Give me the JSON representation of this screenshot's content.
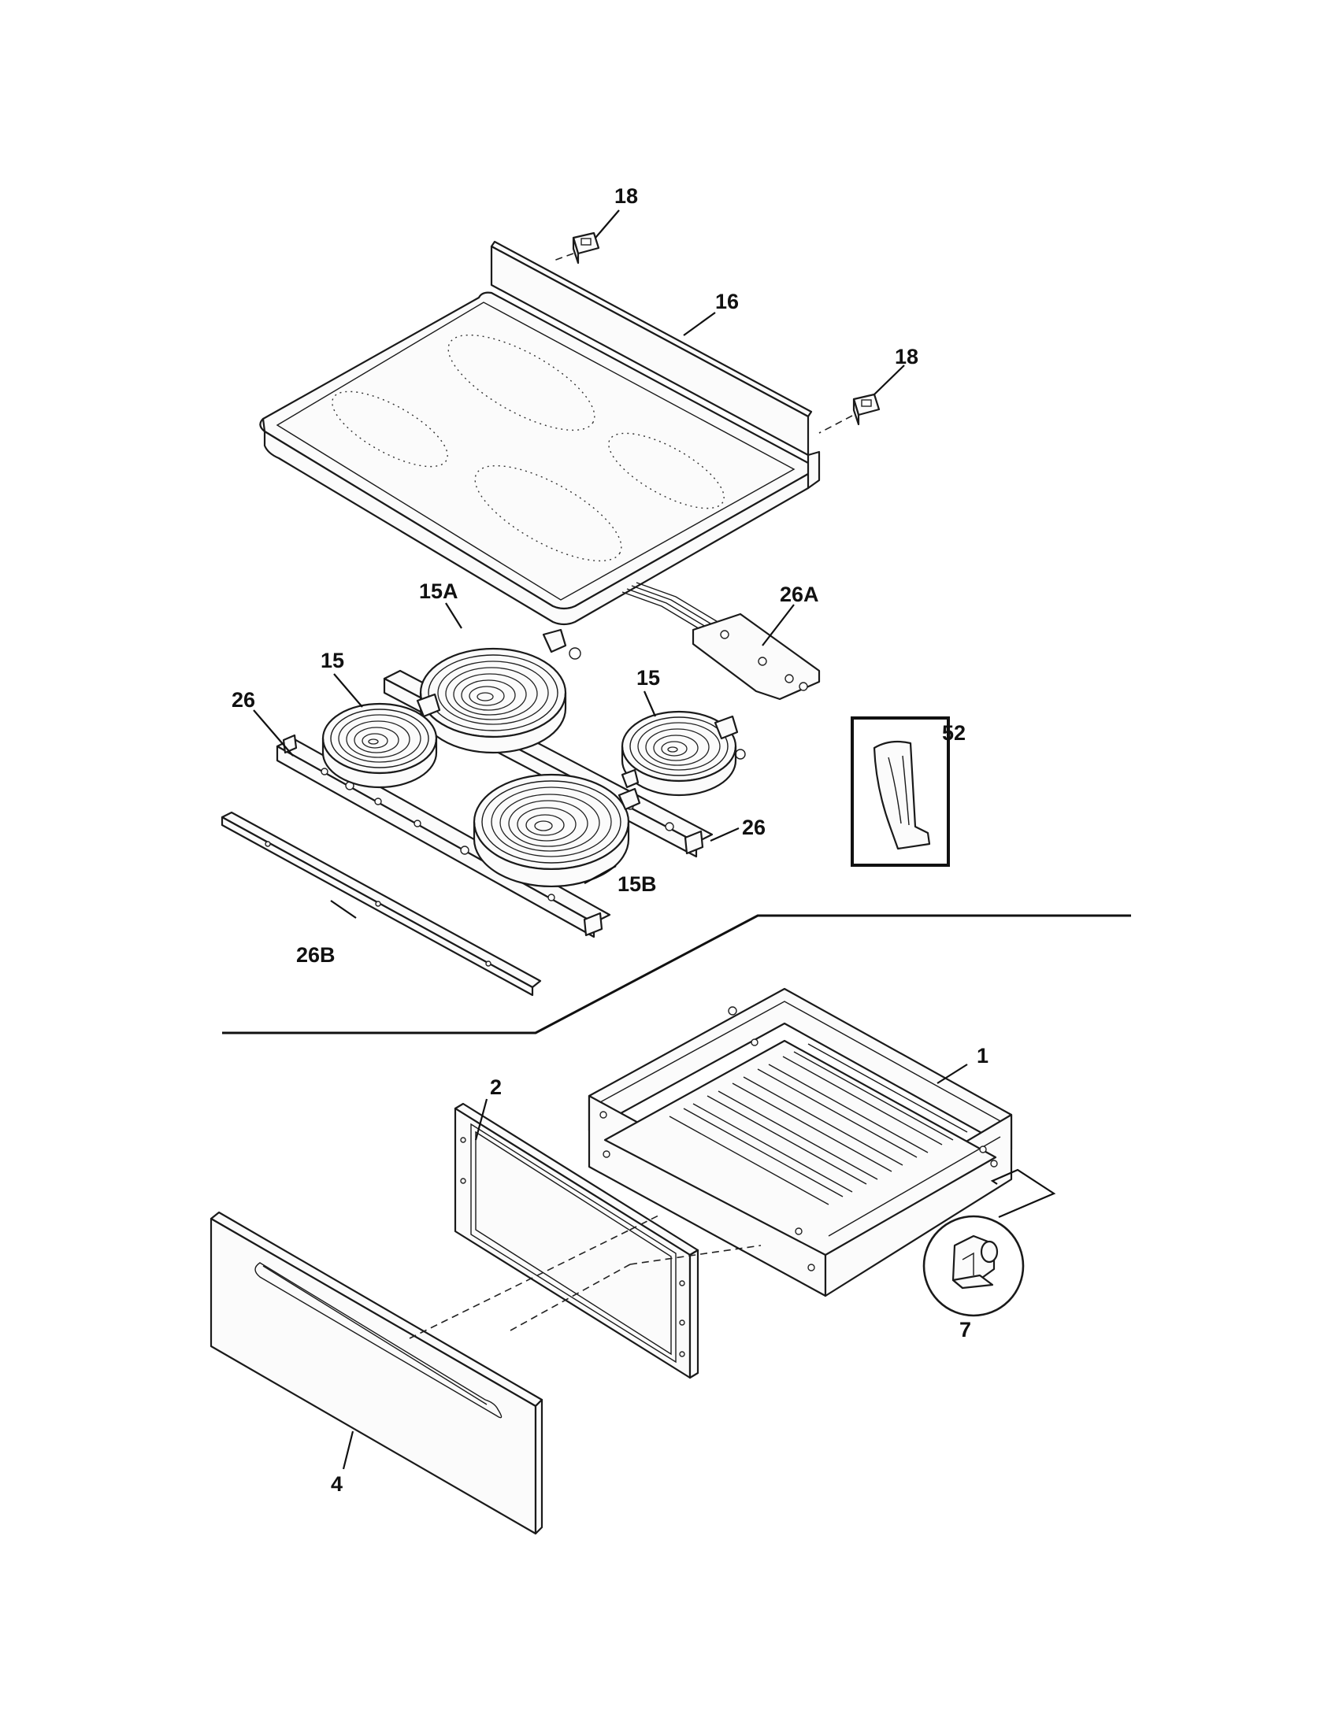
{
  "callouts": {
    "c18a": "18",
    "c16": "16",
    "c18b": "18",
    "c15a": "15A",
    "c26a": "26A",
    "c15l": "15",
    "c15r": "15",
    "c26l": "26",
    "c26r": "26",
    "c52": "52",
    "c15b": "15B",
    "c26b": "26B",
    "c1": "1",
    "c2": "2",
    "c7": "7",
    "c4": "4"
  },
  "colors": {
    "line": "#111111",
    "fill": "#fbfbfb",
    "background": "#ffffff"
  }
}
